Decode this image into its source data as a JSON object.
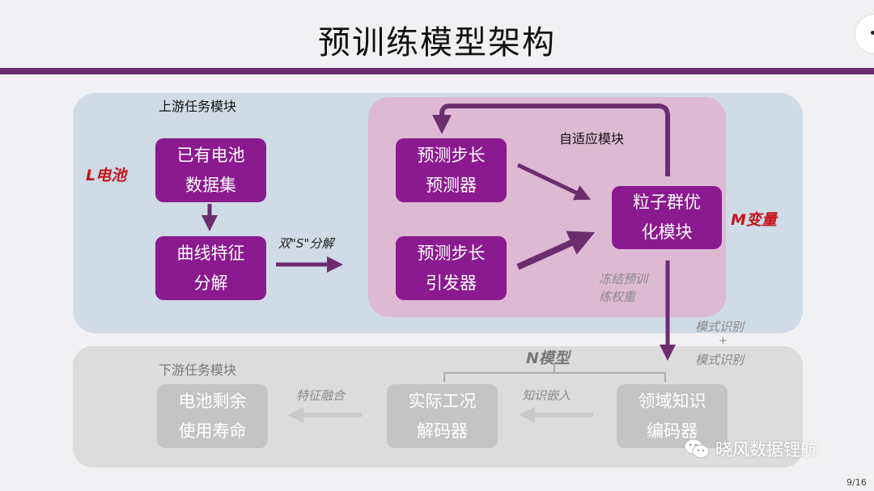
{
  "title": "预训练模型架构",
  "page_number": "9/16",
  "watermark": "晓风数据锂航",
  "upstream": {
    "label": "上游任务模块",
    "side_label": "L电池",
    "box_dataset": [
      "已有电池",
      "数据集"
    ],
    "box_curve": [
      "曲线特征",
      "分解"
    ],
    "arrow_label": "双\"S\"分解"
  },
  "adaptive": {
    "label": "自适应模块",
    "box_predictor": [
      "预测步长",
      "预测器"
    ],
    "box_trigger": [
      "预测步长",
      "引发器"
    ],
    "box_pso": [
      "粒子群优",
      "化模块"
    ],
    "side_label": "M变量",
    "freeze_label": [
      "冻结预训",
      "练权重"
    ]
  },
  "mode_label": {
    "line1": "模式识别",
    "plus": "+",
    "line2": "模式识别"
  },
  "downstream": {
    "label": "下游任务模块",
    "model_label": "N模型",
    "box_encoder": [
      "领域知识",
      "编码器"
    ],
    "box_decoder": [
      "实际工况",
      "解码器"
    ],
    "box_rul": [
      "电池剩余",
      "使用寿命"
    ],
    "arrow_embed": "知识嵌入",
    "arrow_fusion": "特征融合"
  },
  "colors": {
    "title_bar": "#6b2d6e",
    "purple_box": "#8b1a90",
    "gray_box": "#c4c4c4",
    "upstream_panel": "#cfdbe6",
    "adaptive_panel": "#ddb9d4",
    "downstream_panel": "#dcdcdc",
    "arrow": "#6b2d6e",
    "red_label": "#c5141c"
  }
}
